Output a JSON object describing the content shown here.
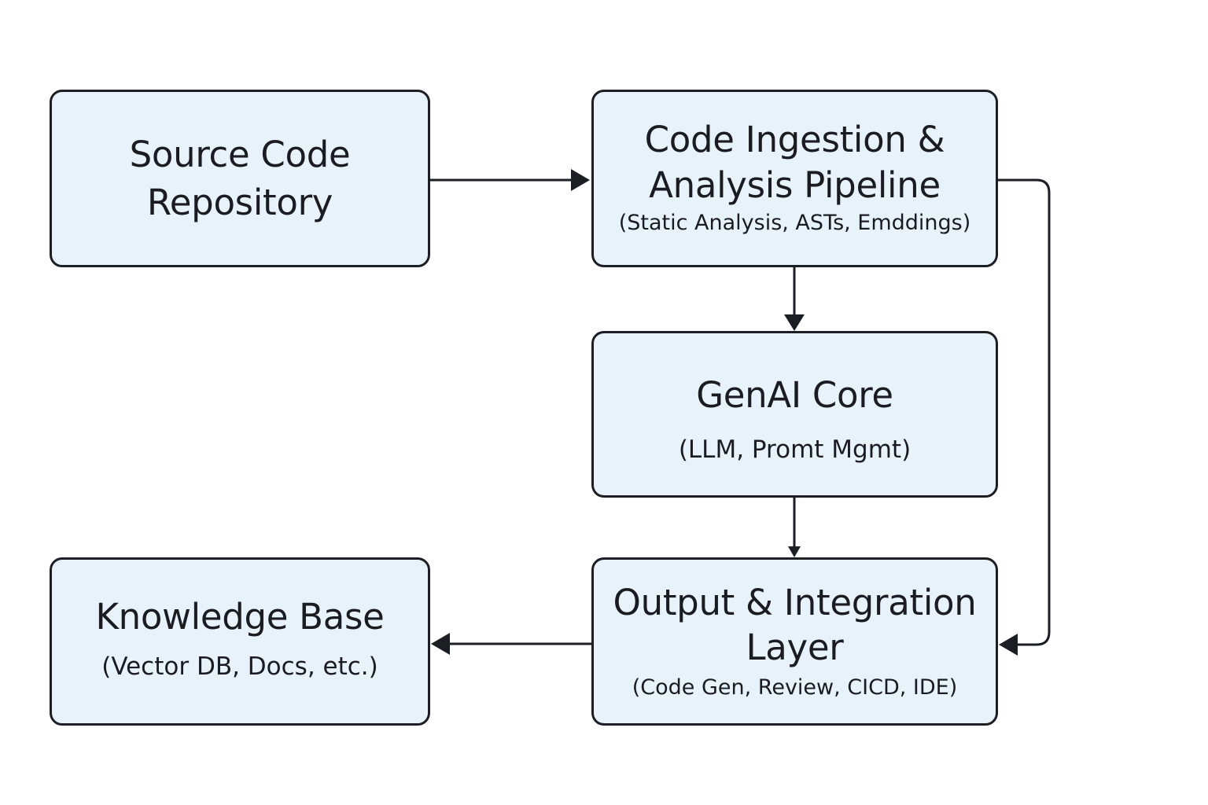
{
  "nodes": {
    "source": {
      "title_line1": "Source Code",
      "title_line2": "Repository"
    },
    "ingest": {
      "title_line1": "Code Ingestion &",
      "title_line2": "Analysis Pipeline",
      "subtitle": "(Static Analysis, ASTs, Emddings)"
    },
    "genai": {
      "title": "GenAI Core",
      "subtitle": "(LLM, Promt Mgmt)"
    },
    "output": {
      "title_line1": "Output & Integration",
      "title_line2": "Layer",
      "subtitle": "(Code Gen, Review, CICD, IDE)"
    },
    "knowledge": {
      "title": "Knowledge Base",
      "subtitle": "(Vector DB, Docs, etc.)"
    }
  },
  "colors": {
    "box_fill": "#e7f2fb",
    "box_stroke": "#1c1e24",
    "arrow": "#1c1e24",
    "background": "#ffffff"
  }
}
